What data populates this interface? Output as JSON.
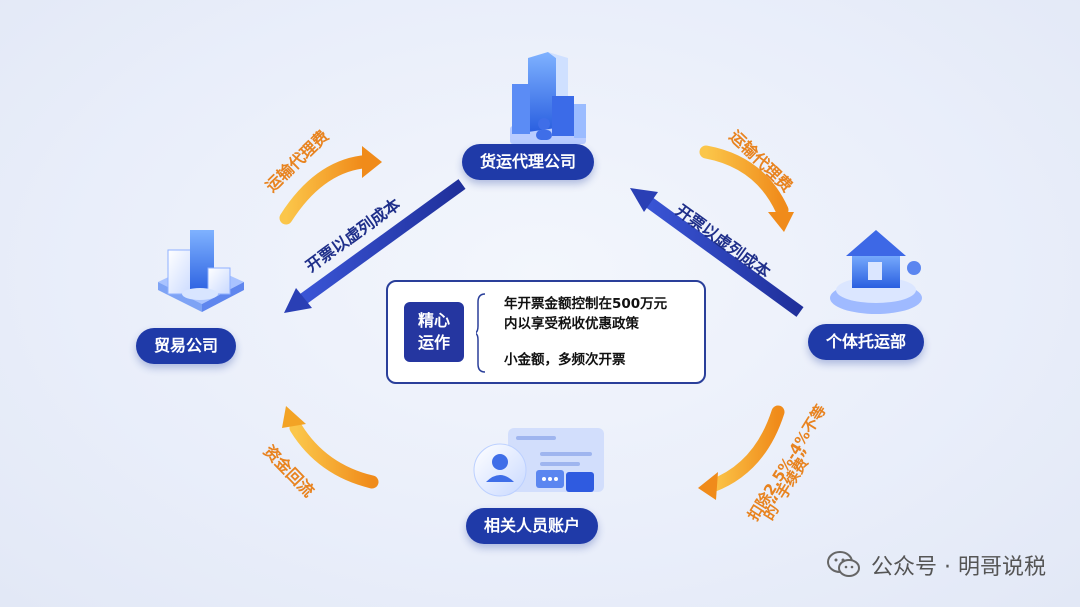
{
  "nodes": {
    "freight_agency": "货运代理公司",
    "trading_company": "贸易公司",
    "individual_shipping": "个体托运部",
    "related_accounts": "相关人员账户"
  },
  "edges": {
    "fee_left": "运输代理费",
    "fee_right": "运输代理费",
    "invoice_left": "开票以虚列成本",
    "invoice_right": "开票以虚列成本",
    "fund_return": "资金回流",
    "deduct_fee_line1": "扣除2.5%-4%不等",
    "deduct_fee_line2": "的“手续费”"
  },
  "center": {
    "tag_line1": "精心",
    "tag_line2": "运作",
    "point1_line1": "年开票金额控制在500万元",
    "point1_line2": "内以享受税收优惠政策",
    "point2": "小金额，多频次开票"
  },
  "watermark": {
    "text": "公众号 · 明哥说税",
    "icon": "wechat-icon"
  },
  "colors": {
    "node_bg": "#1f3aa8",
    "orange_arrow": "#f39a1f",
    "navy_arrow": "#2a3fb5",
    "orange_text": "#e8831f"
  }
}
